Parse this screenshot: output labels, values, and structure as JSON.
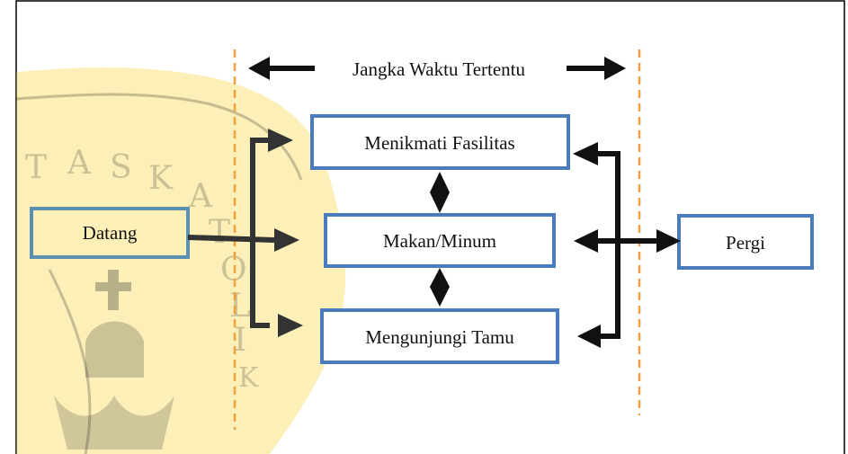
{
  "diagram": {
    "time_label": "Jangka Waktu Tertentu",
    "nodes": {
      "datang": "Datang",
      "fasilitas": "Menikmati Fasilitas",
      "makan": "Makan/Minum",
      "tamu": "Mengunjungi Tamu",
      "pergi": "Pergi"
    }
  },
  "watermark": {
    "letters": [
      "T",
      "A",
      "S",
      "K",
      "A",
      "T",
      "O",
      "L",
      "I",
      "K"
    ]
  },
  "colors": {
    "box_border": "#4a7bbd",
    "datang_border": "#3d7fb3",
    "dashed_line": "#f0a040",
    "arrow": "#111111",
    "watermark_fill": "#f6c800"
  }
}
